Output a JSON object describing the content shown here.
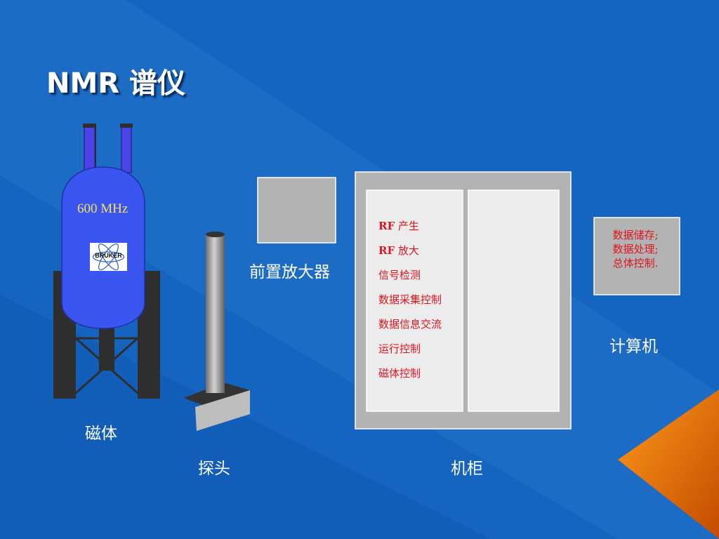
{
  "title": "NMR 谱仪",
  "magnet": {
    "frequency": "600 MHz",
    "brand": "BRUKER",
    "label": "磁体"
  },
  "probe": {
    "label": "探头"
  },
  "preamp": {
    "label": "前置放大器"
  },
  "cabinet": {
    "label": "机柜",
    "functions": [
      "RF 产生",
      "RF 放大",
      "信号检测",
      "数据采集控制",
      "数据信息交流",
      "运行控制",
      "磁体控制"
    ]
  },
  "computer": {
    "label": "计算机",
    "functions": [
      "数据储存;",
      "数据处理;",
      "总体控制."
    ]
  },
  "colors": {
    "background": "#1565c0",
    "magnet": "#3b55f0",
    "panel": "#b3b3b3",
    "inner": "#ececec",
    "red_text": "#e0141e",
    "accent": "#e86a05"
  }
}
